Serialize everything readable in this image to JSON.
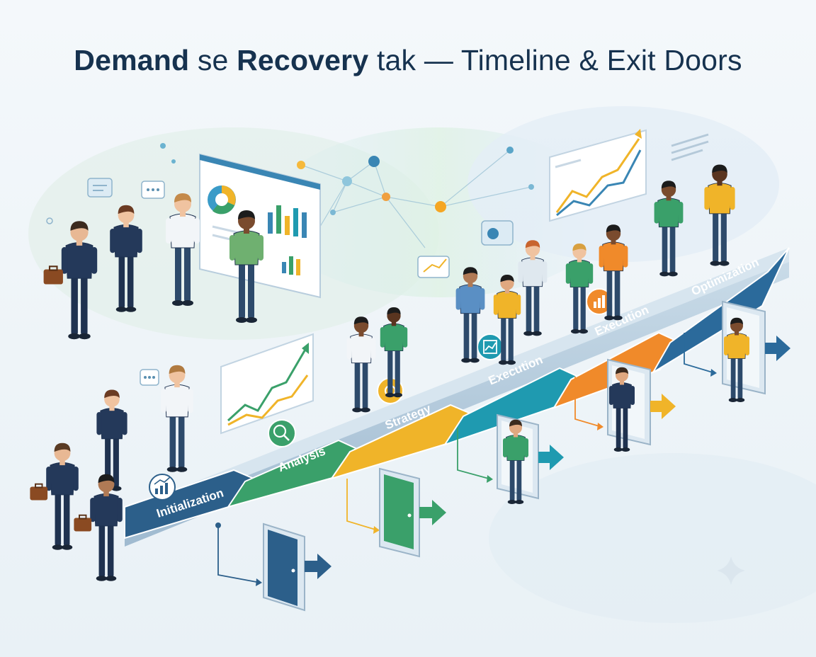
{
  "title": {
    "part1": "Demand",
    "part2": " se ",
    "part3": "Recovery",
    "part4": " tak — Timeline & Exit Doors"
  },
  "stages": [
    {
      "label": "Initialization",
      "color": "#2c5f8a",
      "icon": "chart-growth-icon"
    },
    {
      "label": "Analysis",
      "color": "#3aa06a",
      "icon": "magnifier-gear-icon"
    },
    {
      "label": "Strategy",
      "color": "#f0b429",
      "icon": "gear-target-icon"
    },
    {
      "label": "Execution",
      "color": "#1f9ab0",
      "icon": "chart-report-icon"
    },
    {
      "label": "Execution",
      "color": "#f08a2a",
      "icon": "bar-chart-icon"
    },
    {
      "label": "Optimization",
      "color": "#2b6a9b",
      "icon": "none"
    }
  ],
  "colors": {
    "navy": "#16324f",
    "teal": "#1f9ab0",
    "green": "#3aa06a",
    "yellow": "#f0b429",
    "orange": "#f08a2a",
    "blue": "#2b6a9b"
  }
}
